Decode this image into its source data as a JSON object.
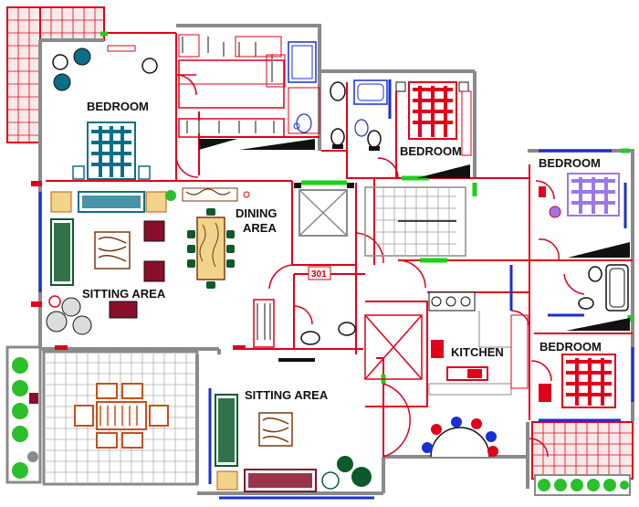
{
  "plan": {
    "rooms": {
      "bedroom_1": "BEDROOM",
      "bedroom_2": "BEDROOM",
      "bedroom_3": "BEDROOM",
      "bedroom_4": "BEDROOM",
      "dining_line1": "DINING",
      "dining_line2": "AREA",
      "sitting_1": "SITTING AREA",
      "sitting_2": "SITTING AREA",
      "kitchen": "KITCHEN"
    },
    "unit_number": "301"
  },
  "colors": {
    "wall_grey": "#8a8a8a",
    "wall_red": "#e0001b",
    "window_blue": "#1a2fd6",
    "opening_green": "#19d119",
    "bed_teal": "#0b6f8a",
    "bed_red": "#e0001b",
    "bed_purple": "#9b78e6",
    "furniture_green": "#0c5a2a",
    "furniture_maroon": "#8a0f2a",
    "table_orange": "#c8501a",
    "plant_green": "#2bbf2b",
    "dark": "#111111"
  }
}
